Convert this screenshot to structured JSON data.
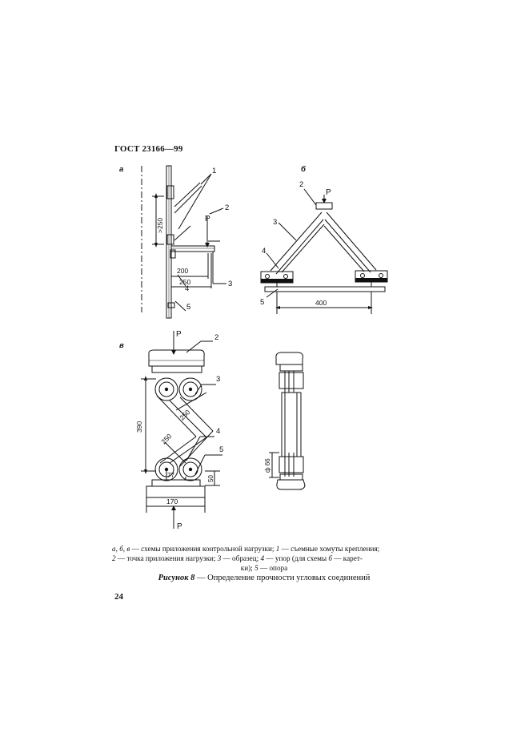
{
  "document": {
    "standard": "ГОСТ 23166—99",
    "page_number": "24"
  },
  "figure": {
    "label": "Рисунок 8",
    "title": "— Определение прочности угловых соединений"
  },
  "caption": {
    "line1_italic": "а, б, в",
    "line1_text": " — схемы приложения контрольной нагрузки; ",
    "line1_num": "1",
    "line1_end": " — съемные хомуты крепления;",
    "line2_num": "2",
    "line2_text": " — точка приложения нагрузки; ",
    "line2_num3": "3",
    "line2_text3": " — образец; ",
    "line2_num4": "4",
    "line2_text4": " — упор (для схемы ",
    "line2_italic": "б",
    "line2_end": " — карет-",
    "line3_text": "ки); ",
    "line3_num5": "5",
    "line3_end": " — опора"
  },
  "schemes": {
    "a": {
      "label": "а",
      "callouts": [
        "1",
        "2",
        "3",
        "4",
        "5"
      ],
      "load": "P",
      "dims": {
        "height": ">250",
        "span_inner": "200",
        "span_outer": "250"
      }
    },
    "b": {
      "label": "б",
      "callouts": [
        "2",
        "3",
        "4",
        "5"
      ],
      "load": "P",
      "dims": {
        "base": "400"
      }
    },
    "c": {
      "label": "в",
      "callouts": [
        "2",
        "3",
        "4",
        "5"
      ],
      "load_top": "P",
      "load_bottom": "P",
      "dims": {
        "height": "390",
        "arm_a": "250",
        "arm_b": "250",
        "offset": "77",
        "width": "170",
        "gap": "50",
        "thickness": "ф 66"
      }
    }
  }
}
